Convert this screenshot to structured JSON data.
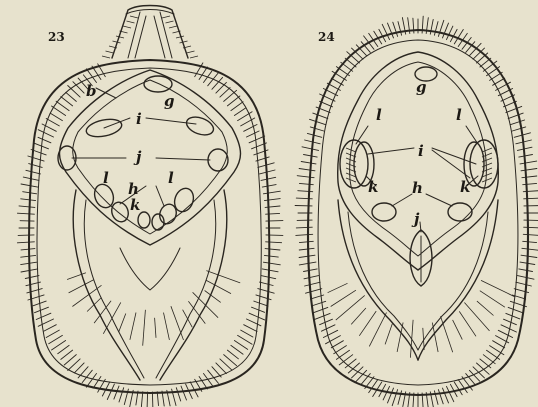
{
  "figures": [
    {
      "number": "23",
      "labels": {
        "b": "b",
        "g": "g",
        "i": "i",
        "j": "j",
        "l1": "l",
        "l2": "l",
        "h": "h",
        "k": "k"
      }
    },
    {
      "number": "24",
      "labels": {
        "g": "g",
        "l1": "l",
        "l2": "l",
        "i": "i",
        "k1": "k",
        "k2": "k",
        "h": "h",
        "j": "j"
      }
    }
  ],
  "colors": {
    "paper": "#e7e2cd",
    "ink": "#2a2620"
  }
}
